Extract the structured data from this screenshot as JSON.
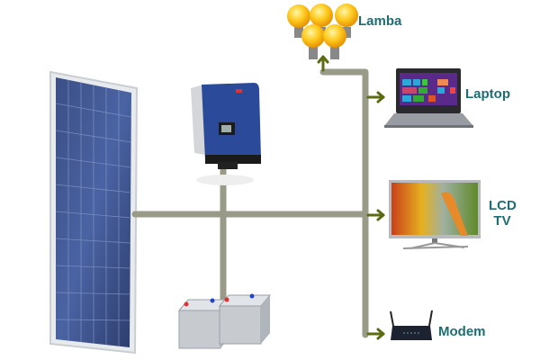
{
  "labels": {
    "lamp": "Lamba",
    "laptop": "Laptop",
    "tv_line1": "LCD",
    "tv_line2": "TV",
    "modem": "Modem"
  },
  "colors": {
    "wire": "#9a9a88",
    "arrow": "#5b6b12",
    "label": "#1d6d72"
  }
}
